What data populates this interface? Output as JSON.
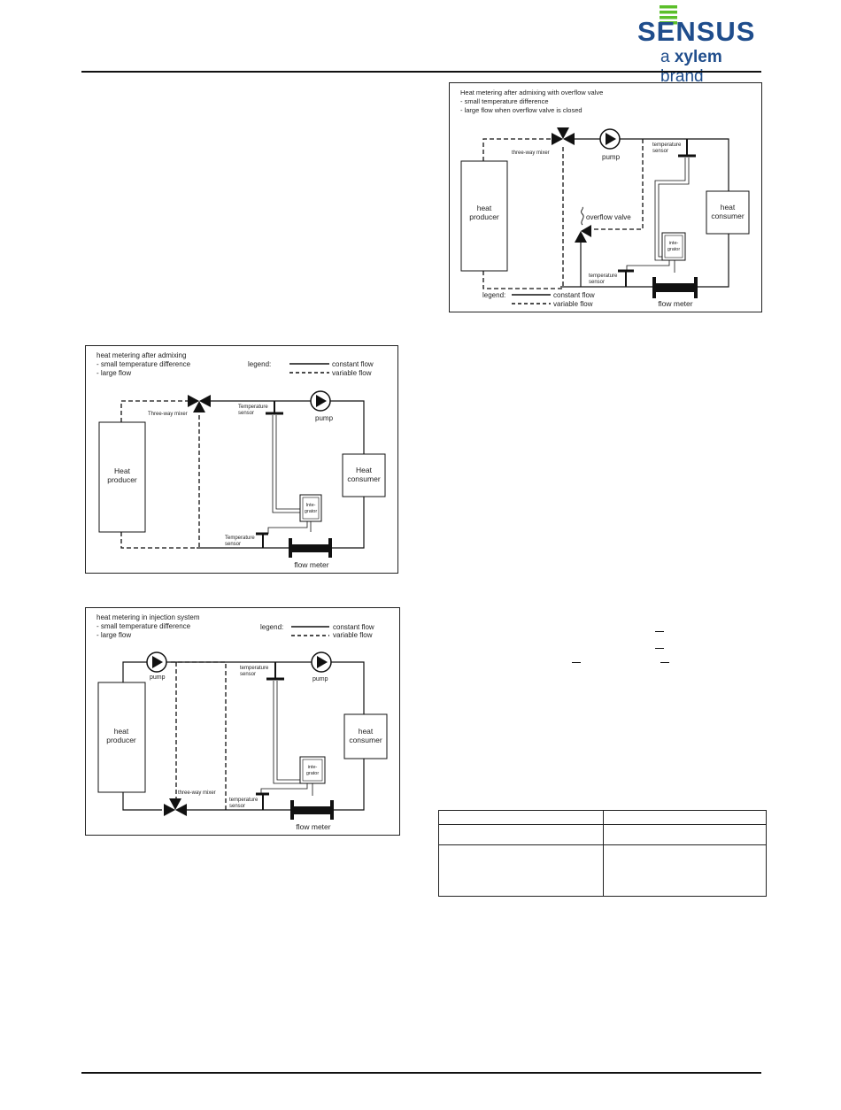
{
  "header": {
    "brand_name": "SENSUS",
    "tagline_prefix": "a",
    "tagline_brand": "xylem",
    "tagline_suffix": "brand",
    "colors": {
      "brand_blue": "#1f4d8c",
      "logo_green": "#5bbf2a"
    }
  },
  "diagram_admixing": {
    "title": "heat metering after admixing",
    "bullets": [
      "- small temperature difference",
      "- large flow"
    ],
    "legend_label": "legend:",
    "legend_constant": "constant flow",
    "legend_variable": "variable flow",
    "mixer_label": "Three-way mixer",
    "producer_line1": "Heat",
    "producer_line2": "producer",
    "consumer_line1": "Heat",
    "consumer_line2": "consumer",
    "pump_label": "pump",
    "temp_sensor_top_1": "Temperature",
    "temp_sensor_top_2": "sensor",
    "temp_sensor_bottom_1": "Temperature",
    "temp_sensor_bottom_2": "sensor",
    "integrator_1": "Inte-",
    "integrator_2": "grator",
    "flow_meter": "flow meter"
  },
  "diagram_injection": {
    "title": "heat metering in injection system",
    "bullets": [
      "- small temperature difference",
      "- large flow"
    ],
    "legend_label": "legend:",
    "legend_constant": "constant flow",
    "legend_variable": "variable flow",
    "pump_left_label": "pump",
    "pump_right_label": "pump",
    "temp_sensor_top_1": "temperature",
    "temp_sensor_top_2": "sensor",
    "temp_sensor_bottom_1": "temperature",
    "temp_sensor_bottom_2": "sensor",
    "mixer_label": "three-way mixer",
    "producer_line1": "heat",
    "producer_line2": "producer",
    "consumer_line1": "heat",
    "consumer_line2": "consumer",
    "integrator_1": "inte-",
    "integrator_2": "grator",
    "flow_meter": "flow meter"
  },
  "diagram_overflow": {
    "title": "Heat metering after admixing with overflow valve",
    "bullets": [
      "- small temperature difference",
      "- large flow when overflow valve is closed"
    ],
    "mixer_label": "three-way mixer",
    "pump_label": "pump",
    "temp_sensor_top_1": "temperature",
    "temp_sensor_top_2": "sensor",
    "producer_line1": "heat",
    "producer_line2": "producer",
    "consumer_line1": "heat",
    "consumer_line2": "consumer",
    "overflow_valve": "overflow valve",
    "integrator_1": "inte-",
    "integrator_2": "grator",
    "temp_sensor_bottom_1": "temperature",
    "temp_sensor_bottom_2": "sensor",
    "legend_label": "legend:",
    "legend_constant": "constant flow",
    "legend_variable": "variable flow",
    "flow_meter": "flow meter"
  }
}
